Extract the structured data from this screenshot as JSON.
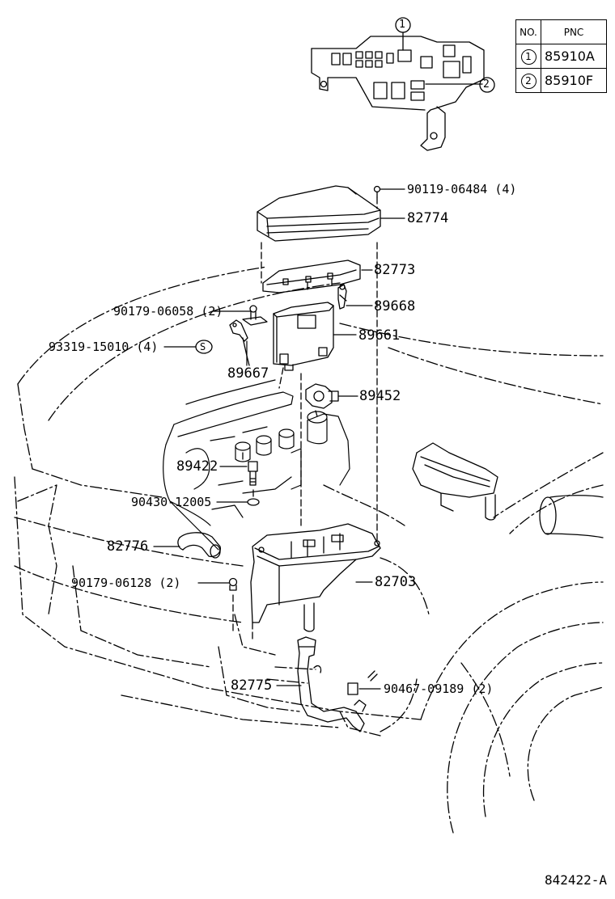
{
  "table": {
    "header_no": "NO.",
    "header_pnc": "PNC",
    "rows": [
      {
        "no": "1",
        "pnc": "85910A"
      },
      {
        "no": "2",
        "pnc": "85910F"
      }
    ]
  },
  "callouts": {
    "c1": "1",
    "c2": "2"
  },
  "parts": {
    "p90119": "90119-06484 (4)",
    "p82774": "82774",
    "p82773": "82773",
    "p90179a": "90179-06058 (2)",
    "p89668": "89668",
    "p93319": "93319-15010 (4)",
    "p89661": "89661",
    "p89667": "89667",
    "p89452": "89452",
    "p89422": "89422",
    "p90430": "90430-12005",
    "p82776": "82776",
    "p90179b": "90179-06128 (2)",
    "p82703": "82703",
    "p82775": "82775",
    "p90467": "90467-09189 (2)"
  },
  "symbol_s": "S",
  "drawing_id": "842422-A"
}
